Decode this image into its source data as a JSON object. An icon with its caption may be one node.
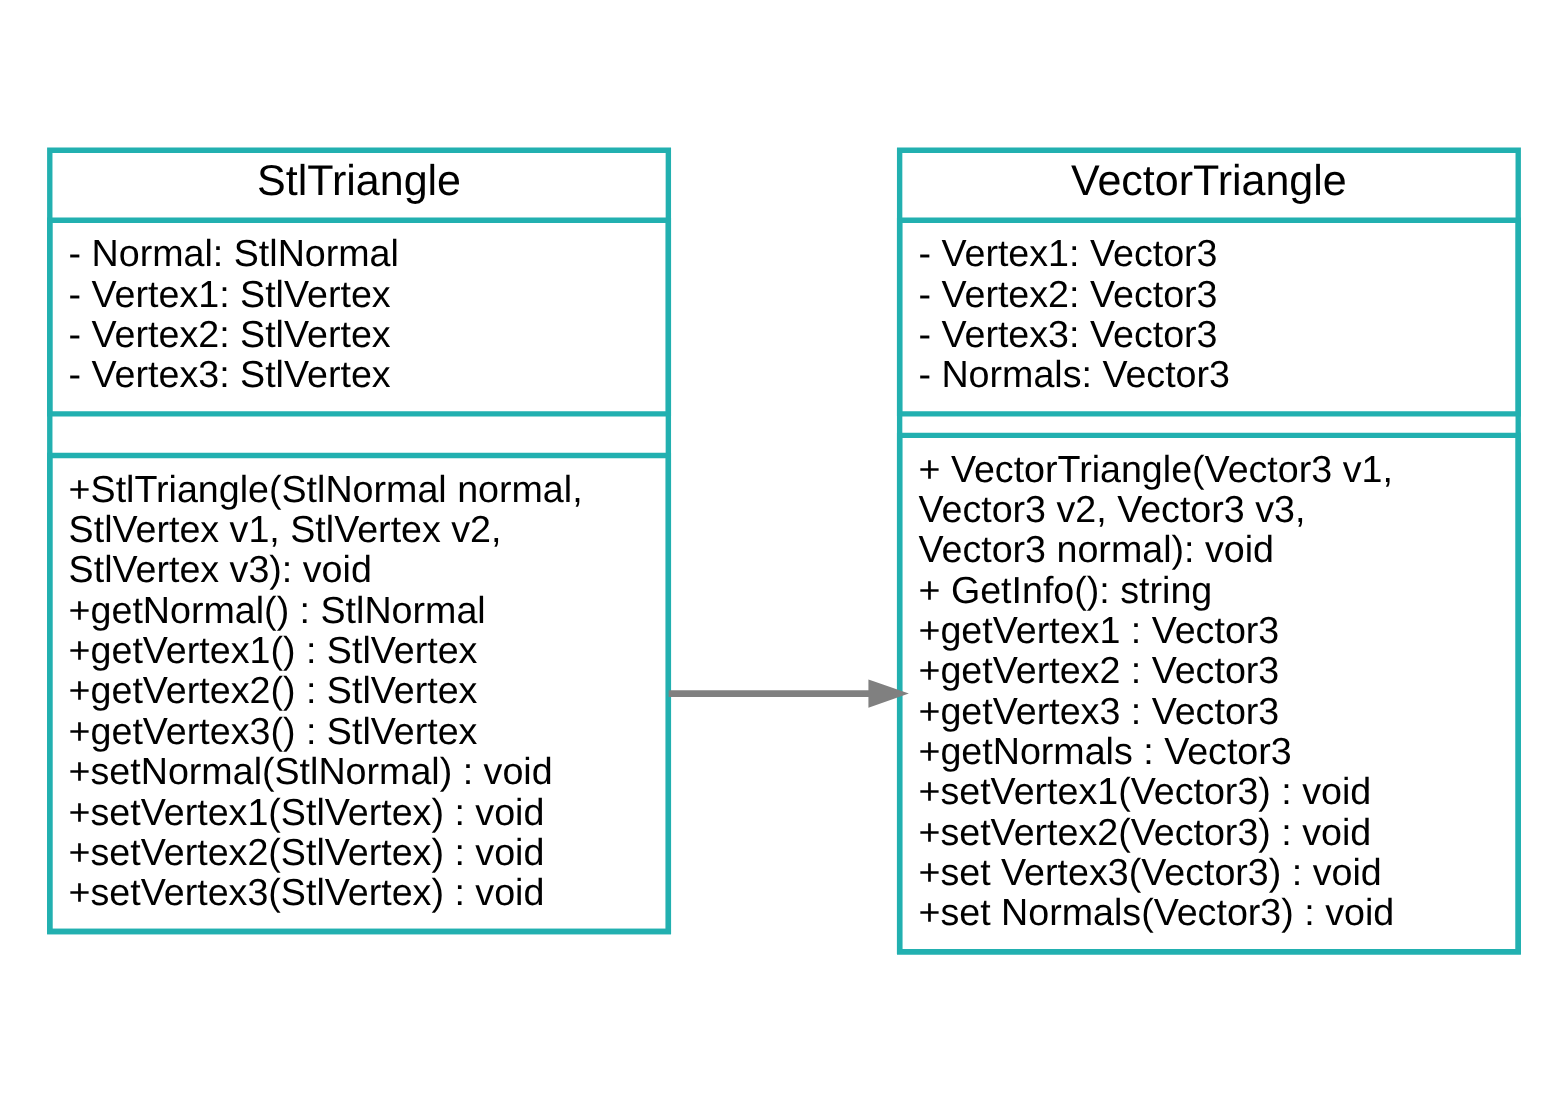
{
  "diagram": {
    "nodes": [
      {
        "text": [
          "StlTriangle"
        ]
      },
      {
        "text": [
          "- Normal: StlNormal",
          "- Vertex1: StlVertex",
          "- Vertex2: StlVertex",
          "- Vertex3: StlVertex"
        ],
        "in": 0
      },
      {
        "text": [
          "+StlTriangle(StlNormal normal, StlVertex v1, StlVertex v2, StlVertex v3): void",
          "+getNormal() : StlNormal",
          "+getVertex1() : StlVertex",
          "+getVertex2() : StlVertex",
          "+getVertex3() : StlVertex",
          "+setNormal(StlNormal) : void",
          "+setVertex1(StlVertex) : void",
          "+setVertex2(StlVertex) : void",
          "+setVertex3(StlVertex) : void"
        ],
        "in": 0
      },
      {
        "text": [
          "VectorTriangle"
        ]
      },
      {
        "text": [
          "- Vertex1: Vector3",
          "- Vertex2: Vector3",
          "- Vertex3: Vector3",
          "- Normals: Vector3"
        ],
        "in": 3
      },
      {
        "text": [
          "+ VectorTriangle(Vector3 v1, Vector3 v2, Vector3 v3, Vector3 normal): void",
          "+ GetInfo(): string",
          "+getVertex1 : Vector3",
          "+getVertex2 : Vector3",
          "+getVertex3 : Vector3",
          "+getNormals : Vector3",
          "+setVertex1(Vector3) : void",
          "+setVertex2(Vector3) : void",
          "+set Vertex3(Vector3) : void",
          "+set Normals(Vector3) : void"
        ],
        "in": 3
      }
    ],
    "edges": [
      {
        "from": 0,
        "to": 3,
        "arrow": "to"
      }
    ]
  }
}
